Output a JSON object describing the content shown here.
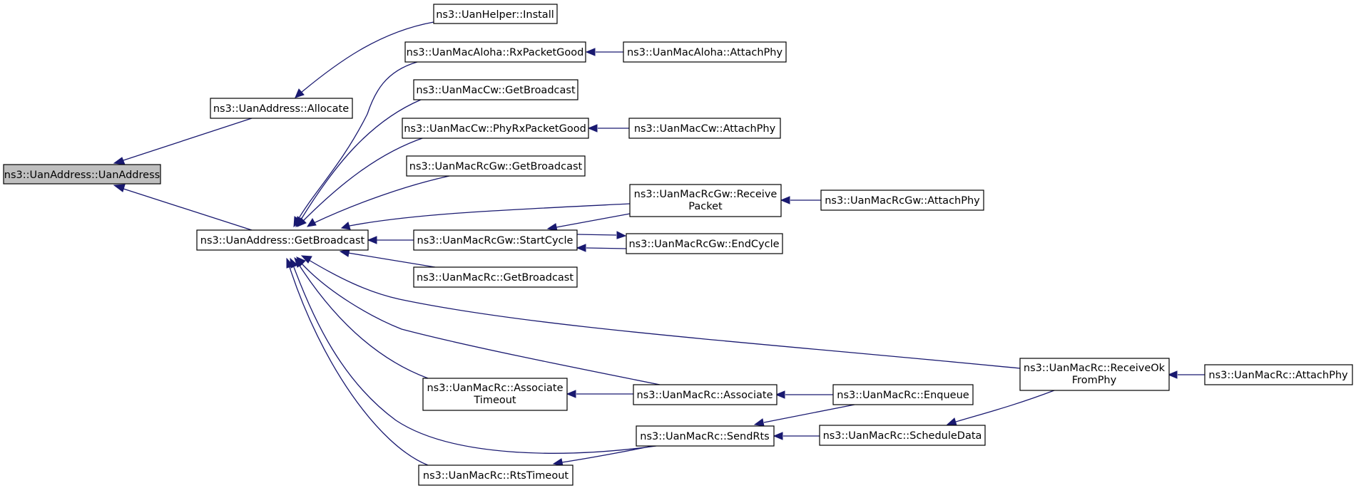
{
  "diagram": {
    "kind": "doxygen-caller-graph",
    "edge_color": "#191970",
    "nodes": {
      "uan_address_ctor": {
        "lines": [
          "ns3::UanAddress::UanAddress"
        ],
        "current": true
      },
      "allocate": {
        "lines": [
          "ns3::UanAddress::Allocate"
        ]
      },
      "get_broadcast": {
        "lines": [
          "ns3::UanAddress::GetBroadcast"
        ]
      },
      "helper_install": {
        "lines": [
          "ns3::UanHelper::Install"
        ]
      },
      "aloha_rx_good": {
        "lines": [
          "ns3::UanMacAloha::RxPacketGood"
        ]
      },
      "aloha_attach": {
        "lines": [
          "ns3::UanMacAloha::AttachPhy"
        ]
      },
      "cw_get_broadcast": {
        "lines": [
          "ns3::UanMacCw::GetBroadcast"
        ]
      },
      "cw_phy_rx_good": {
        "lines": [
          "ns3::UanMacCw::PhyRxPacketGood"
        ]
      },
      "cw_attach": {
        "lines": [
          "ns3::UanMacCw::AttachPhy"
        ]
      },
      "rcgw_get_broadcast": {
        "lines": [
          "ns3::UanMacRcGw::GetBroadcast"
        ]
      },
      "rcgw_receive": {
        "lines": [
          "ns3::UanMacRcGw::Receive",
          "Packet"
        ]
      },
      "rcgw_attach": {
        "lines": [
          "ns3::UanMacRcGw::AttachPhy"
        ]
      },
      "rcgw_start_cycle": {
        "lines": [
          "ns3::UanMacRcGw::StartCycle"
        ]
      },
      "rcgw_end_cycle": {
        "lines": [
          "ns3::UanMacRcGw::EndCycle"
        ]
      },
      "rc_get_broadcast": {
        "lines": [
          "ns3::UanMacRc::GetBroadcast"
        ]
      },
      "rc_receive_ok": {
        "lines": [
          "ns3::UanMacRc::ReceiveOk",
          "FromPhy"
        ]
      },
      "rc_attach": {
        "lines": [
          "ns3::UanMacRc::AttachPhy"
        ]
      },
      "rc_assoc_timeout": {
        "lines": [
          "ns3::UanMacRc::Associate",
          "Timeout"
        ]
      },
      "rc_associate": {
        "lines": [
          "ns3::UanMacRc::Associate"
        ]
      },
      "rc_enqueue": {
        "lines": [
          "ns3::UanMacRc::Enqueue"
        ]
      },
      "rc_send_rts": {
        "lines": [
          "ns3::UanMacRc::SendRts"
        ]
      },
      "rc_schedule_data": {
        "lines": [
          "ns3::UanMacRc::ScheduleData"
        ]
      },
      "rc_rts_timeout": {
        "lines": [
          "ns3::UanMacRc::RtsTimeout"
        ]
      }
    },
    "edges": [
      {
        "from": "allocate",
        "to": "uan_address_ctor"
      },
      {
        "from": "get_broadcast",
        "to": "uan_address_ctor"
      },
      {
        "from": "helper_install",
        "to": "allocate"
      },
      {
        "from": "aloha_rx_good",
        "to": "get_broadcast"
      },
      {
        "from": "cw_get_broadcast",
        "to": "get_broadcast"
      },
      {
        "from": "cw_phy_rx_good",
        "to": "get_broadcast"
      },
      {
        "from": "rcgw_get_broadcast",
        "to": "get_broadcast"
      },
      {
        "from": "rcgw_receive",
        "to": "get_broadcast"
      },
      {
        "from": "rcgw_start_cycle",
        "to": "get_broadcast"
      },
      {
        "from": "rc_get_broadcast",
        "to": "get_broadcast"
      },
      {
        "from": "rc_receive_ok",
        "to": "get_broadcast"
      },
      {
        "from": "rc_assoc_timeout",
        "to": "get_broadcast"
      },
      {
        "from": "rc_associate",
        "to": "get_broadcast"
      },
      {
        "from": "rc_send_rts",
        "to": "get_broadcast"
      },
      {
        "from": "rc_rts_timeout",
        "to": "get_broadcast"
      },
      {
        "from": "aloha_attach",
        "to": "aloha_rx_good"
      },
      {
        "from": "cw_attach",
        "to": "cw_phy_rx_good"
      },
      {
        "from": "rcgw_attach",
        "to": "rcgw_receive"
      },
      {
        "from": "rcgw_receive",
        "to": "rcgw_start_cycle"
      },
      {
        "from": "rcgw_end_cycle",
        "to": "rcgw_start_cycle"
      },
      {
        "from": "rcgw_start_cycle",
        "to": "rcgw_end_cycle"
      },
      {
        "from": "rc_attach",
        "to": "rc_receive_ok"
      },
      {
        "from": "rc_associate",
        "to": "rc_assoc_timeout"
      },
      {
        "from": "rc_enqueue",
        "to": "rc_associate"
      },
      {
        "from": "rc_enqueue",
        "to": "rc_send_rts"
      },
      {
        "from": "rc_schedule_data",
        "to": "rc_send_rts"
      },
      {
        "from": "rc_receive_ok",
        "to": "rc_schedule_data"
      },
      {
        "from": "rc_send_rts",
        "to": "rc_rts_timeout"
      }
    ]
  }
}
